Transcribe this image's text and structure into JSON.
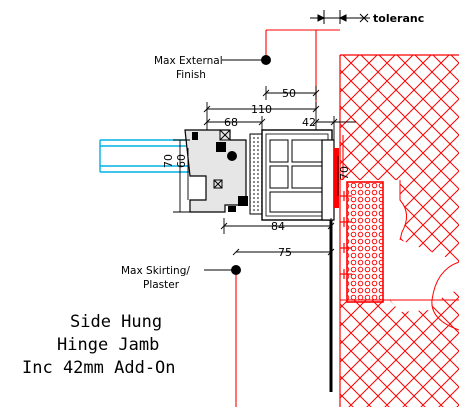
{
  "tolerance_label": "toleranc",
  "annotations": {
    "max_external_finish": [
      "Max External",
      "Finish"
    ],
    "max_skirting_plaster": [
      "Max Skirting/",
      "Plaster"
    ]
  },
  "dimensions": {
    "d50": "50",
    "d110": "110",
    "d68": "68",
    "d42": "42",
    "d70_left": "70",
    "d60": "60",
    "d70_right": "70",
    "d84": "84",
    "d75": "75"
  },
  "title_lines": [
    "Side Hung",
    "Hinge Jamb",
    "Inc 42mm Add-On"
  ],
  "colors": {
    "line": "#000000",
    "red": "#ff0000",
    "glass": "#00b0e8",
    "profile": "#a0a0a0"
  }
}
